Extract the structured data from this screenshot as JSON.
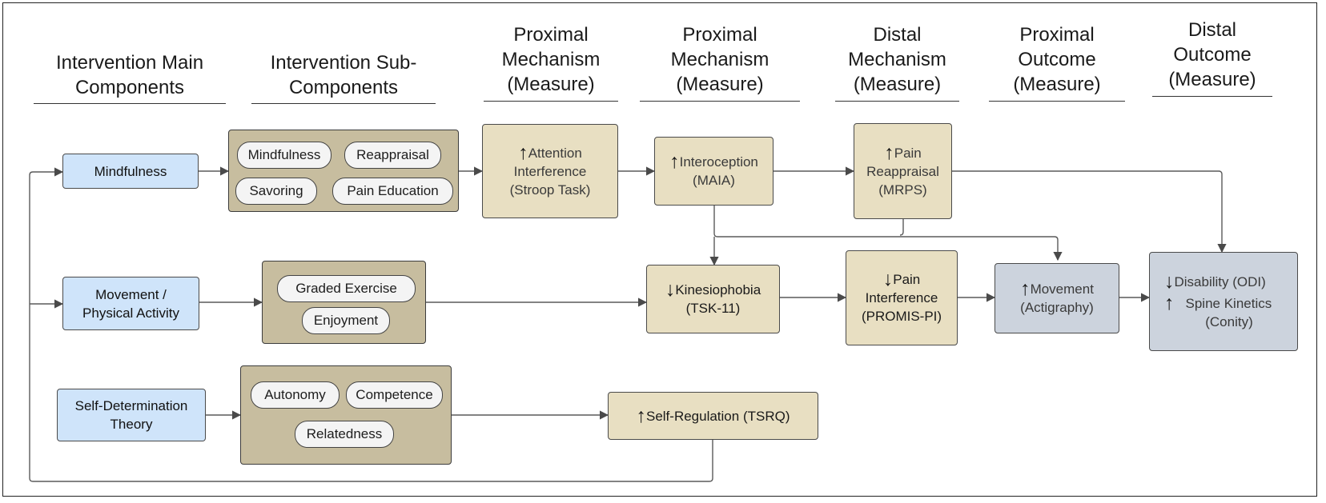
{
  "headers": {
    "main_components": "Intervention Main Components",
    "sub_components": "Intervention Sub-Components",
    "proximal_mechanism_1": "Proximal Mechanism (Measure)",
    "proximal_mechanism_2": "Proximal Mechanism (Measure)",
    "distal_mechanism": "Distal Mechanism (Measure)",
    "proximal_outcome": "Proximal Outcome (Measure)",
    "distal_outcome": "Distal Outcome (Measure)"
  },
  "main_components": {
    "mindfulness": "Mindfulness",
    "movement_line1": "Movement /",
    "movement_line2": "Physical Activity",
    "sdt_line1": "Self-Determination",
    "sdt_line2": "Theory"
  },
  "sub_components": {
    "mindfulness": [
      "Mindfulness",
      "Reappraisal",
      "Savoring",
      "Pain Education"
    ],
    "movement": [
      "Graded Exercise",
      "Enjoyment"
    ],
    "sdt": [
      "Autonomy",
      "Competence",
      "Relatedness"
    ]
  },
  "arrows": {
    "up": "↑",
    "down": "↓"
  },
  "mechanisms": {
    "attention_line1": "Attention",
    "attention_line2": "Interference",
    "attention_line3": "(Stroop Task)",
    "interoception_line1": "Interoception",
    "interoception_line2": "(MAIA)",
    "kinesiophobia_line1": "Kinesiophobia",
    "kinesiophobia_line2": "(TSK-11)",
    "self_regulation": "Self-Regulation (TSRQ)",
    "pain_reappraisal_line1": "Pain",
    "pain_reappraisal_line2": "Reappraisal",
    "pain_reappraisal_line3": "(MRPS)",
    "pain_interference_line1": "Pain",
    "pain_interference_line2": "Interference",
    "pain_interference_line3": "(PROMIS-PI)"
  },
  "outcomes": {
    "movement_line1": "Movement",
    "movement_line2": "(Actigraphy)",
    "disability": "Disability (ODI)",
    "spine_line1": "Spine Kinetics",
    "spine_line2": "(Conity)"
  },
  "colors": {
    "main_component_fill": "#cfe4fa",
    "sub_component_fill": "#c7bd9f",
    "mechanism_fill": "#e8dfc2",
    "outcome_fill": "#ccd3dd",
    "connector": "#555555"
  }
}
